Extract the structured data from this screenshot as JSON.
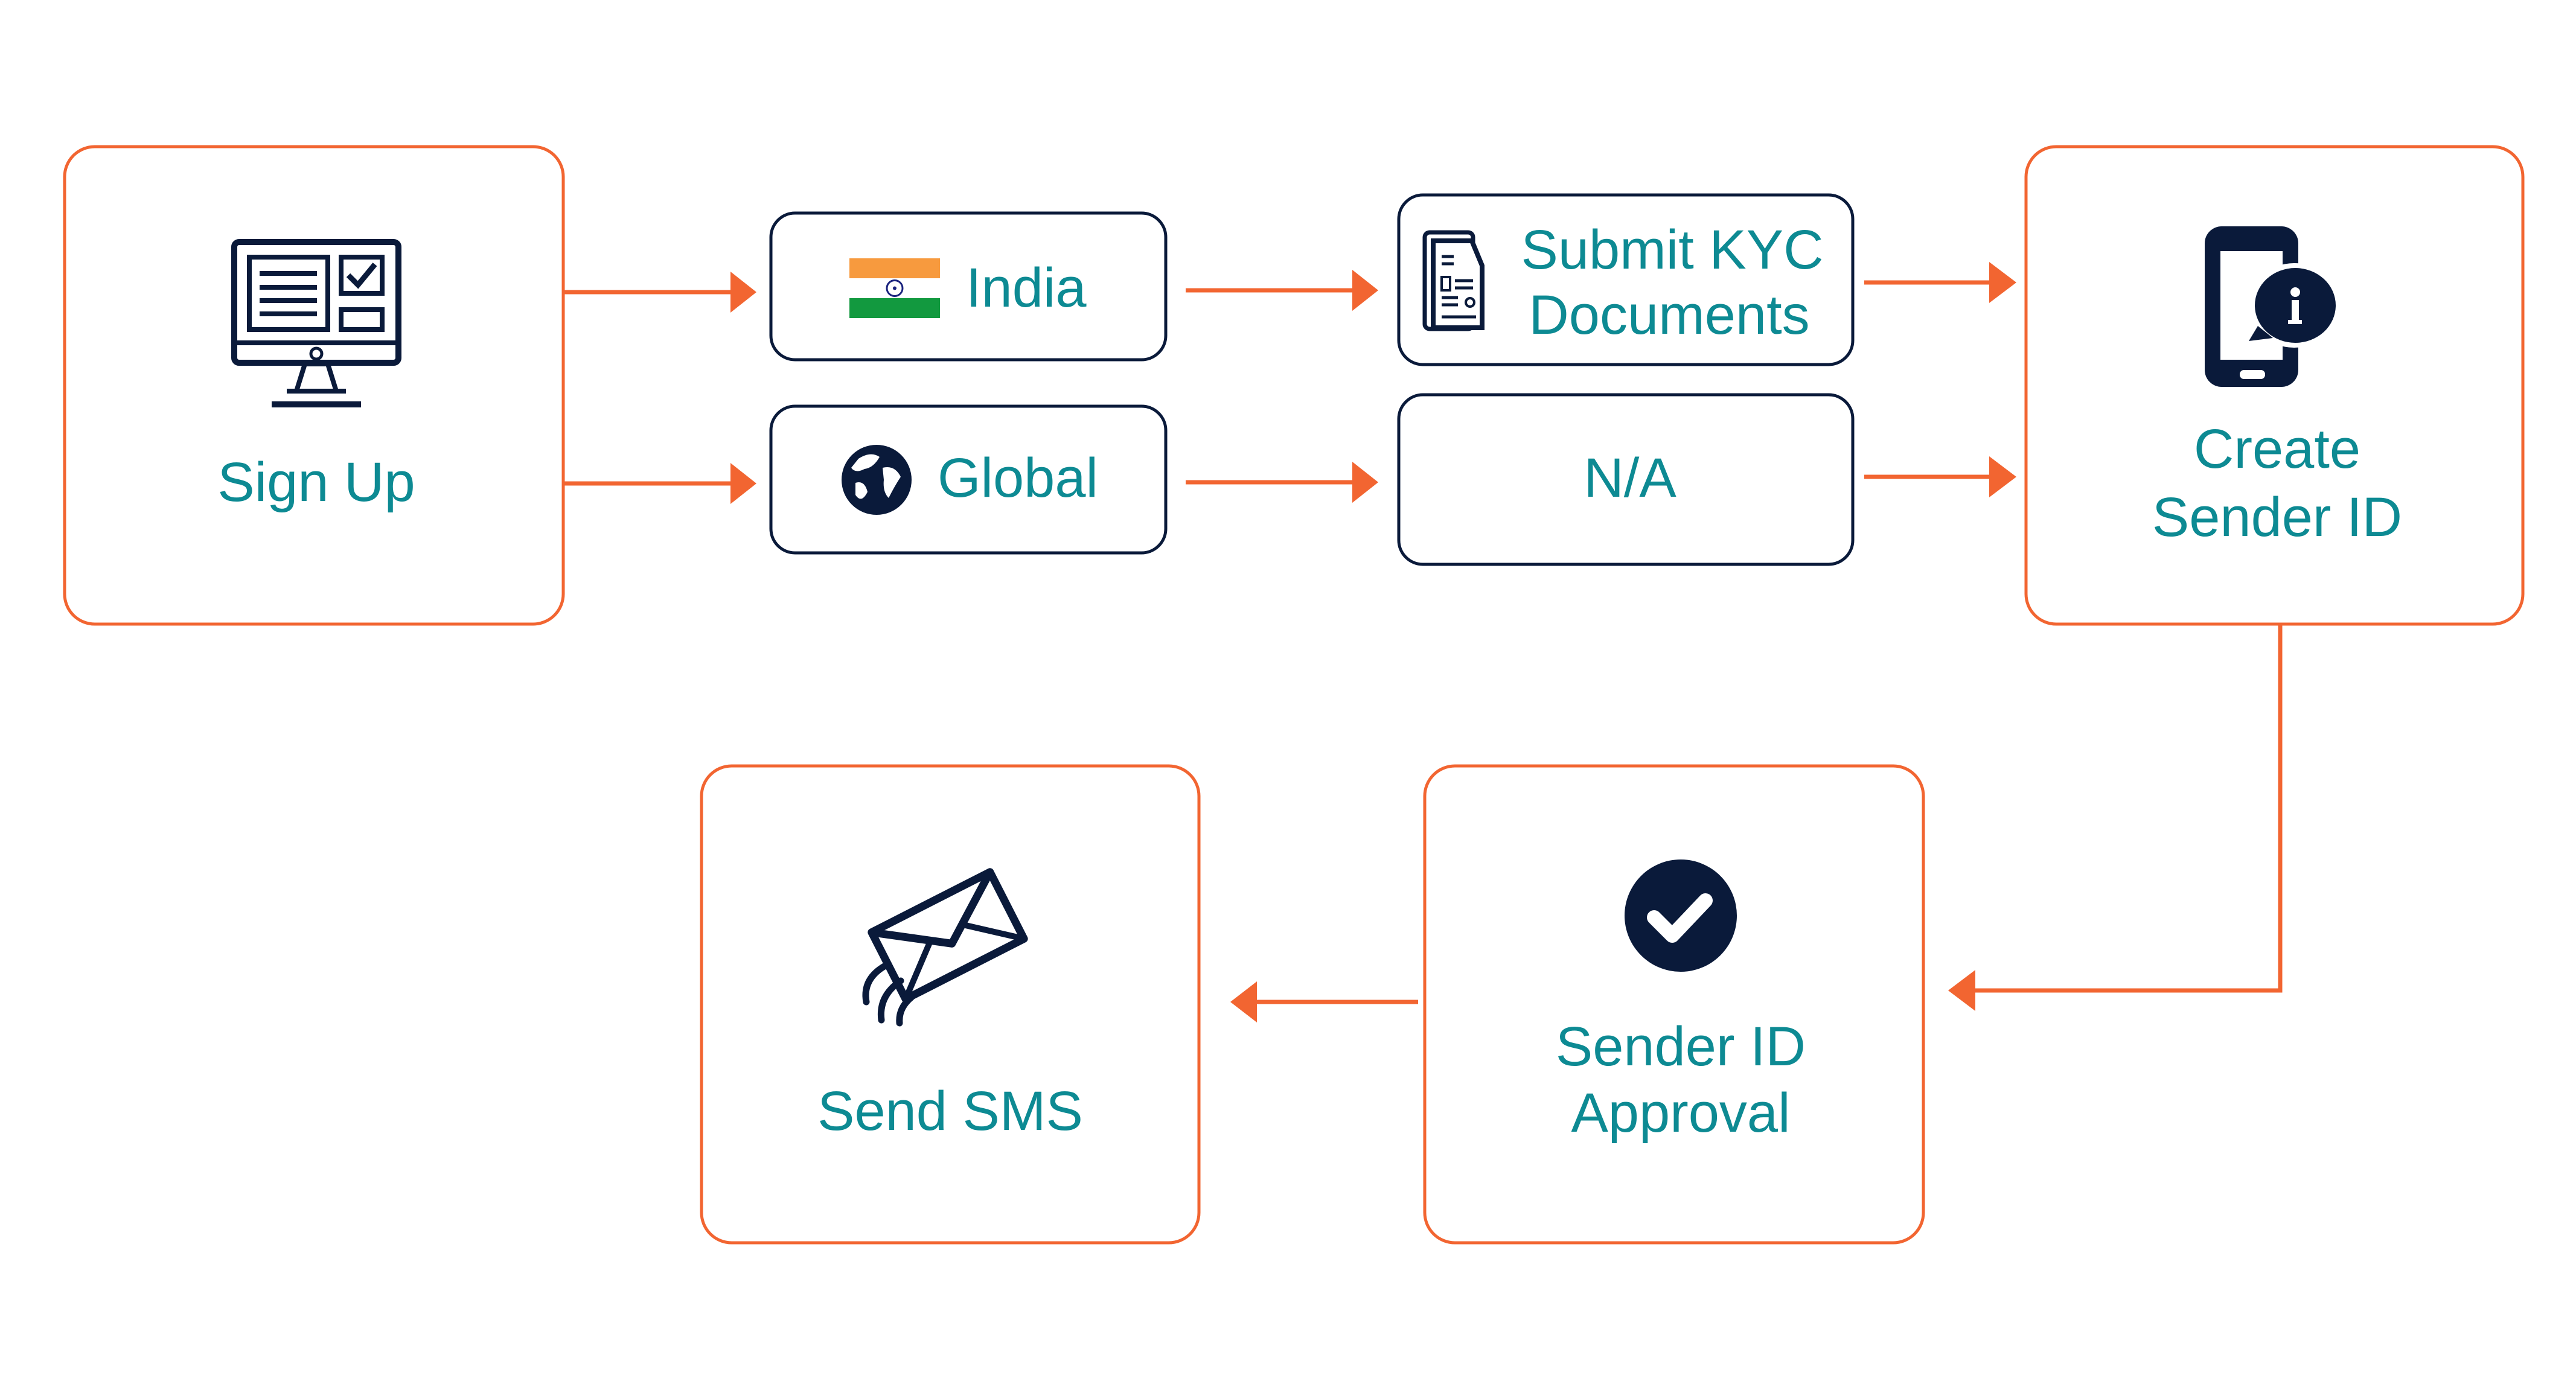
{
  "colors": {
    "accent": "#f26531",
    "text": "#0d8a93",
    "icon": "#0a1a3a",
    "small_box_border": "#0a1a3a"
  },
  "steps": {
    "sign_up": {
      "label": "Sign Up",
      "icon": "computer-form-icon"
    },
    "india": {
      "label": "India",
      "icon": "india-flag-icon"
    },
    "global": {
      "label": "Global",
      "icon": "globe-icon"
    },
    "kyc": {
      "line1": "Submit KYC",
      "line2": "Documents",
      "icon": "document-icon"
    },
    "na": {
      "label": "N/A"
    },
    "create": {
      "line1": "Create",
      "line2": "Sender ID",
      "icon": "phone-info-icon"
    },
    "approval": {
      "line1": "Sender ID",
      "line2": "Approval",
      "icon": "check-circle-icon"
    },
    "send_sms": {
      "label": "Send SMS",
      "icon": "envelope-sending-icon"
    }
  }
}
